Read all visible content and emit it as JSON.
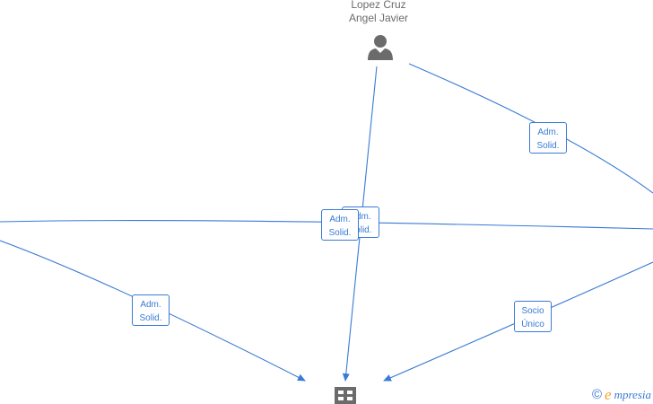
{
  "person": {
    "name_line1": "Lopez Cruz",
    "name_line2": "Angel Javier"
  },
  "roles": [
    {
      "line1": "Adm.",
      "line2": "Solid."
    },
    {
      "line1": "Adm.",
      "line2": "Solid."
    },
    {
      "line1": "Adm.",
      "line2": "Solid."
    },
    {
      "line1": "Adm.",
      "line2": "Solid."
    },
    {
      "line1": "Socio",
      "line2": "Único"
    }
  ],
  "brand": {
    "copyright": "©",
    "first_letter": "e",
    "rest": "mpresia"
  },
  "colors": {
    "edge": "#3a7bd5",
    "icon": "#6b6b6b",
    "brand_accent": "#f2a22b"
  }
}
